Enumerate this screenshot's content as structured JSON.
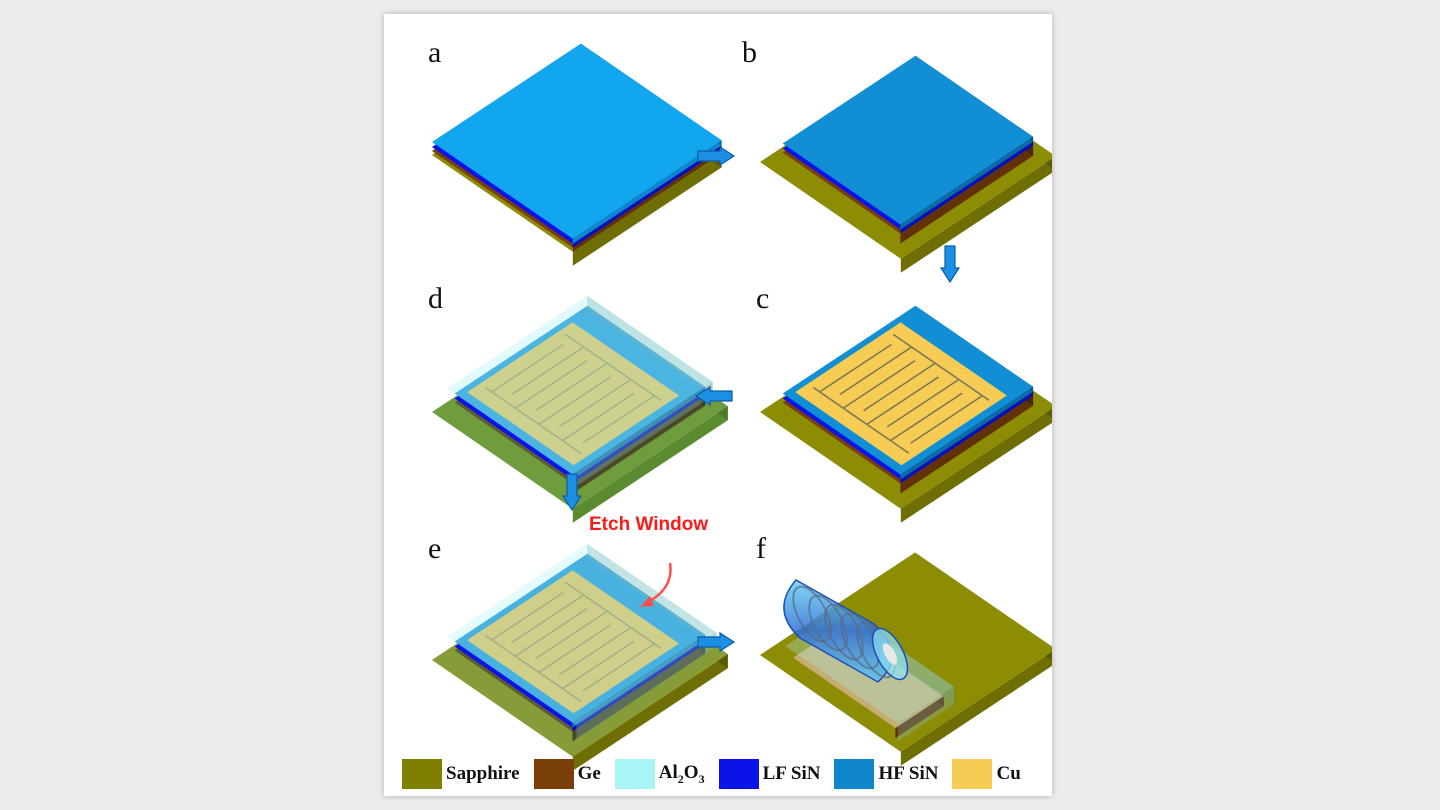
{
  "panels": [
    {
      "label": "a",
      "step": "blue top layer on layered substrate"
    },
    {
      "label": "b"
    },
    {
      "label": "c"
    },
    {
      "label": "d"
    },
    {
      "label": "e"
    },
    {
      "label": "f"
    }
  ],
  "annotation": {
    "etch_window": "Etch Window"
  },
  "legend": [
    {
      "label": "Sapphire",
      "color": "#808000"
    },
    {
      "label": "Ge",
      "color": "#7a3e08"
    },
    {
      "label_main": "Al",
      "sub1": "2",
      "mid": "O",
      "sub2": "3",
      "color": "#a8f4f6"
    },
    {
      "label": "LF SiN",
      "color": "#0a14e8"
    },
    {
      "label": "HF SiN",
      "color": "#0f86c9"
    },
    {
      "label": "Cu",
      "color": "#f7cc55"
    }
  ],
  "colors": {
    "sapphire_top": "#8c8c05",
    "sapphire_front": "#6e6e04",
    "sapphire_right": "#5a5a03",
    "ge": "#7a3e08",
    "lf_sin": "#0a14e8",
    "hf_sin": "#0f86c9",
    "hf_top": "#12a6ef",
    "cu": "#f7cc55",
    "al2o3": "#a8f4f6",
    "arrow": "#1a8fe3",
    "etch_red": "#ff1a1a"
  }
}
